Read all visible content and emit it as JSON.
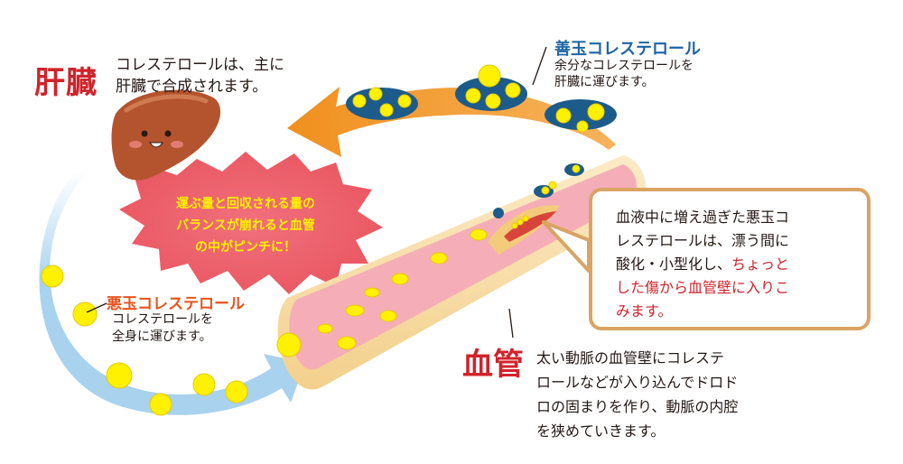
{
  "liver": {
    "title": "肝臓",
    "description_line1": "コレステロールは、主に",
    "description_line2": "肝臓で合成されます。"
  },
  "good_cholesterol": {
    "title": "善玉コレステロール",
    "description_line1": "余分なコレステロールを",
    "description_line2": "肝臓に運びます。"
  },
  "warning_burst": {
    "line1": "運ぶ量と回収される量の",
    "line2": "バランスが崩れると血管",
    "line3": "の中がピンチに！"
  },
  "bad_cholesterol": {
    "title": "悪玉コレステロール",
    "description_line1": "コレステロールを",
    "description_line2": "全身に運びます。"
  },
  "info_box": {
    "line1": "血液中に増え過ぎた悪玉コ",
    "line2": "レステロールは、漂う間に",
    "line3_normal": "酸化・小型化し、",
    "line3_highlight": "ちょっと",
    "line4_highlight": "した傷から血管壁に入りこ",
    "line5_highlight": "みます。"
  },
  "blood_vessel": {
    "title": "血管",
    "description_line1": "太い動脈の血管壁にコレステ",
    "description_line2": "ロールなどが入り込んでドロド",
    "description_line3": "ロの固まりを作り、動脈の内腔",
    "description_line4": "を狭めていきます。"
  },
  "colors": {
    "accent_red": "#d0232b",
    "good_blue": "#1e64a6",
    "bad_orange": "#e9531b",
    "cholesterol_yellow": "#fff100",
    "orange_arrow": "#f0901e",
    "blue_arrow": "#a9d2ef",
    "box_border": "#d9a464"
  },
  "icons": [
    "liver-icon",
    "orange-arrow-icon",
    "blue-arrow-icon",
    "artery-icon",
    "burst-icon"
  ]
}
